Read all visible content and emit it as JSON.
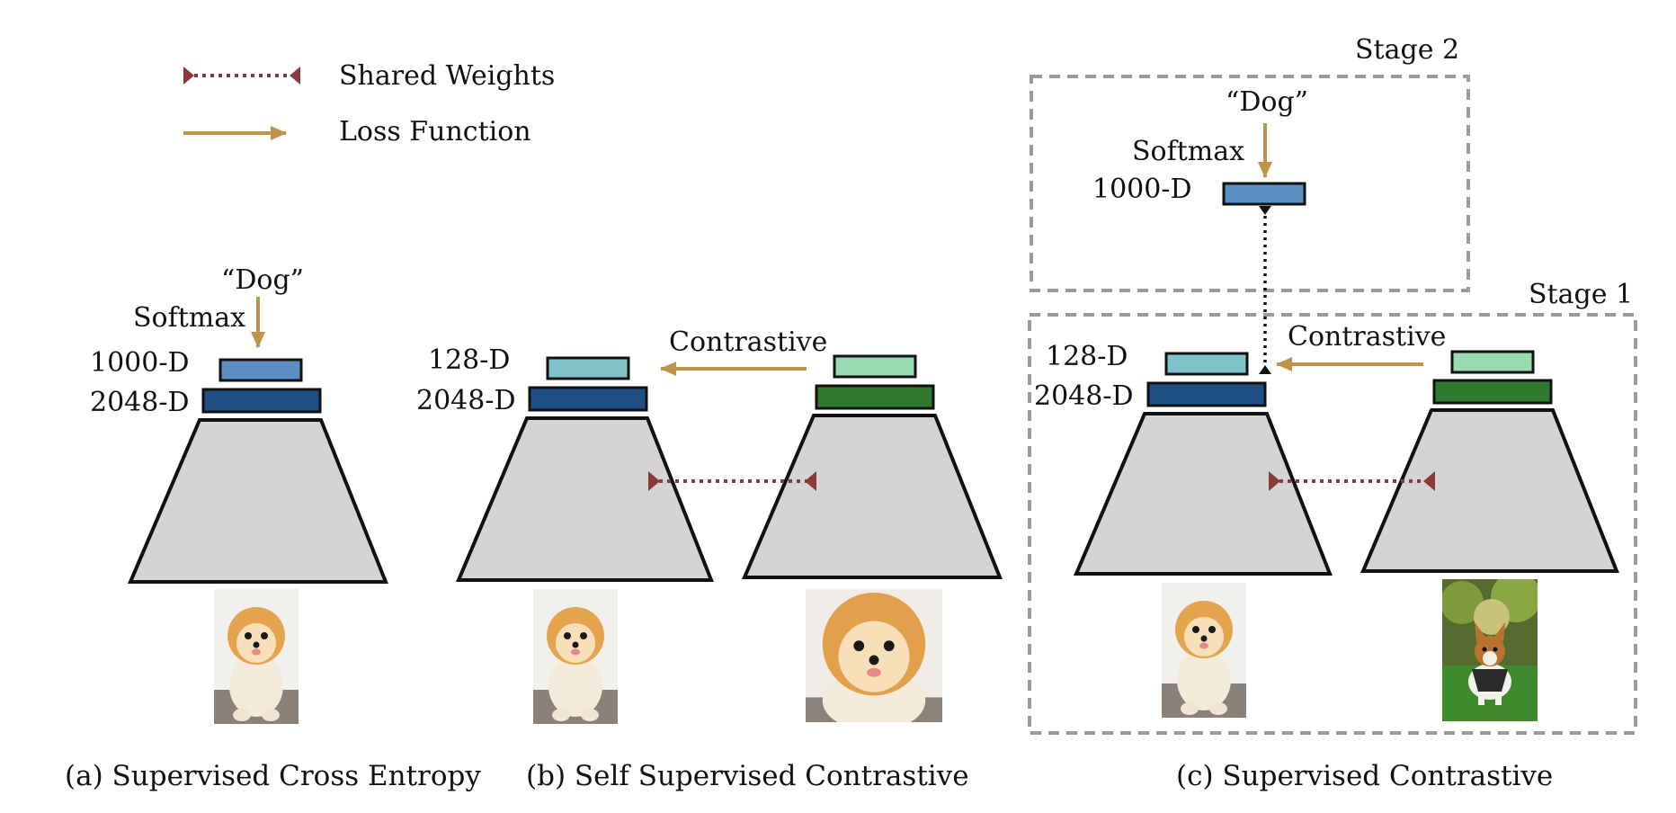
{
  "legend": {
    "shared_weights": "Shared Weights",
    "loss_function": "Loss Function"
  },
  "panel_a": {
    "target_label": "“Dog”",
    "softmax_label": "Softmax",
    "fc_dim_label": "1000-D",
    "feature_dim_label": "2048-D",
    "caption": "(a) Supervised Cross Entropy"
  },
  "panel_b": {
    "projection_dim_label": "128-D",
    "feature_dim_label": "2048-D",
    "loss_label": "Contrastive",
    "caption": "(b) Self Supervised Contrastive"
  },
  "panel_c": {
    "stage2_label": "Stage 2",
    "stage1_label": "Stage 1",
    "target_label": "“Dog”",
    "softmax_label": "Softmax",
    "fc_dim_label": "1000-D",
    "projection_dim_label": "128-D",
    "feature_dim_label": "2048-D",
    "loss_label": "Contrastive",
    "caption": "(c) Supervised Contrastive"
  },
  "colors": {
    "loss_arrow": "#c09448",
    "shared_weights": "#8a3a3a",
    "encoder_fill": "#d4d4d4",
    "fc_light_blue": "#5b8fc4",
    "feature_dark_blue": "#1f4e82",
    "projection_teal": "#7fc3c9",
    "projection_mint": "#99dbb0",
    "feature_green": "#2f7a2f",
    "stage_border": "#9a9a9a"
  },
  "icons": {
    "dog_photo": "pomeranian-photo",
    "dog_photo_crop": "pomeranian-closeup-photo",
    "dog_photo_other": "corgi-photo"
  }
}
